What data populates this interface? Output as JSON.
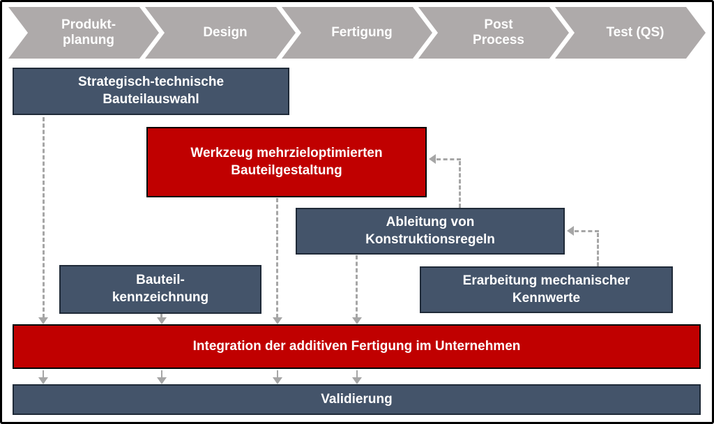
{
  "colors": {
    "background": "#FFFFFF",
    "frame_border": "#000000",
    "chevron_gray": "#AEAAAA",
    "box_blue": "#44546A",
    "box_blue_border": "#1F2A38",
    "box_red": "#C00000",
    "box_red_border": "#000000",
    "connector_gray": "#A6A6A6",
    "text_white": "#FFFFFF"
  },
  "process_steps": {
    "items": [
      {
        "label": "Produkt-\nplanung"
      },
      {
        "label": "Design"
      },
      {
        "label": "Fertigung"
      },
      {
        "label": "Post\nProcess"
      },
      {
        "label": "Test (QS)"
      }
    ]
  },
  "boxes": {
    "strategisch": {
      "label": "Strategisch-technische\nBauteilauswahl",
      "style": "blue"
    },
    "werkzeug": {
      "label": "Werkzeug mehrzieloptimierten\nBauteilgestaltung",
      "style": "red"
    },
    "ableitung": {
      "label": "Ableitung von\nKonstruktionsregeln",
      "style": "blue"
    },
    "bauteilkennzeichnung": {
      "label": "Bauteil-\nkennzeichnung",
      "style": "blue"
    },
    "erarbeitung": {
      "label": "Erarbeitung mechanischer\nKennwerte",
      "style": "blue"
    },
    "integration": {
      "label": "Integration der additiven Fertigung im Unternehmen",
      "style": "red"
    },
    "validierung": {
      "label": "Validierung",
      "style": "blue"
    }
  }
}
